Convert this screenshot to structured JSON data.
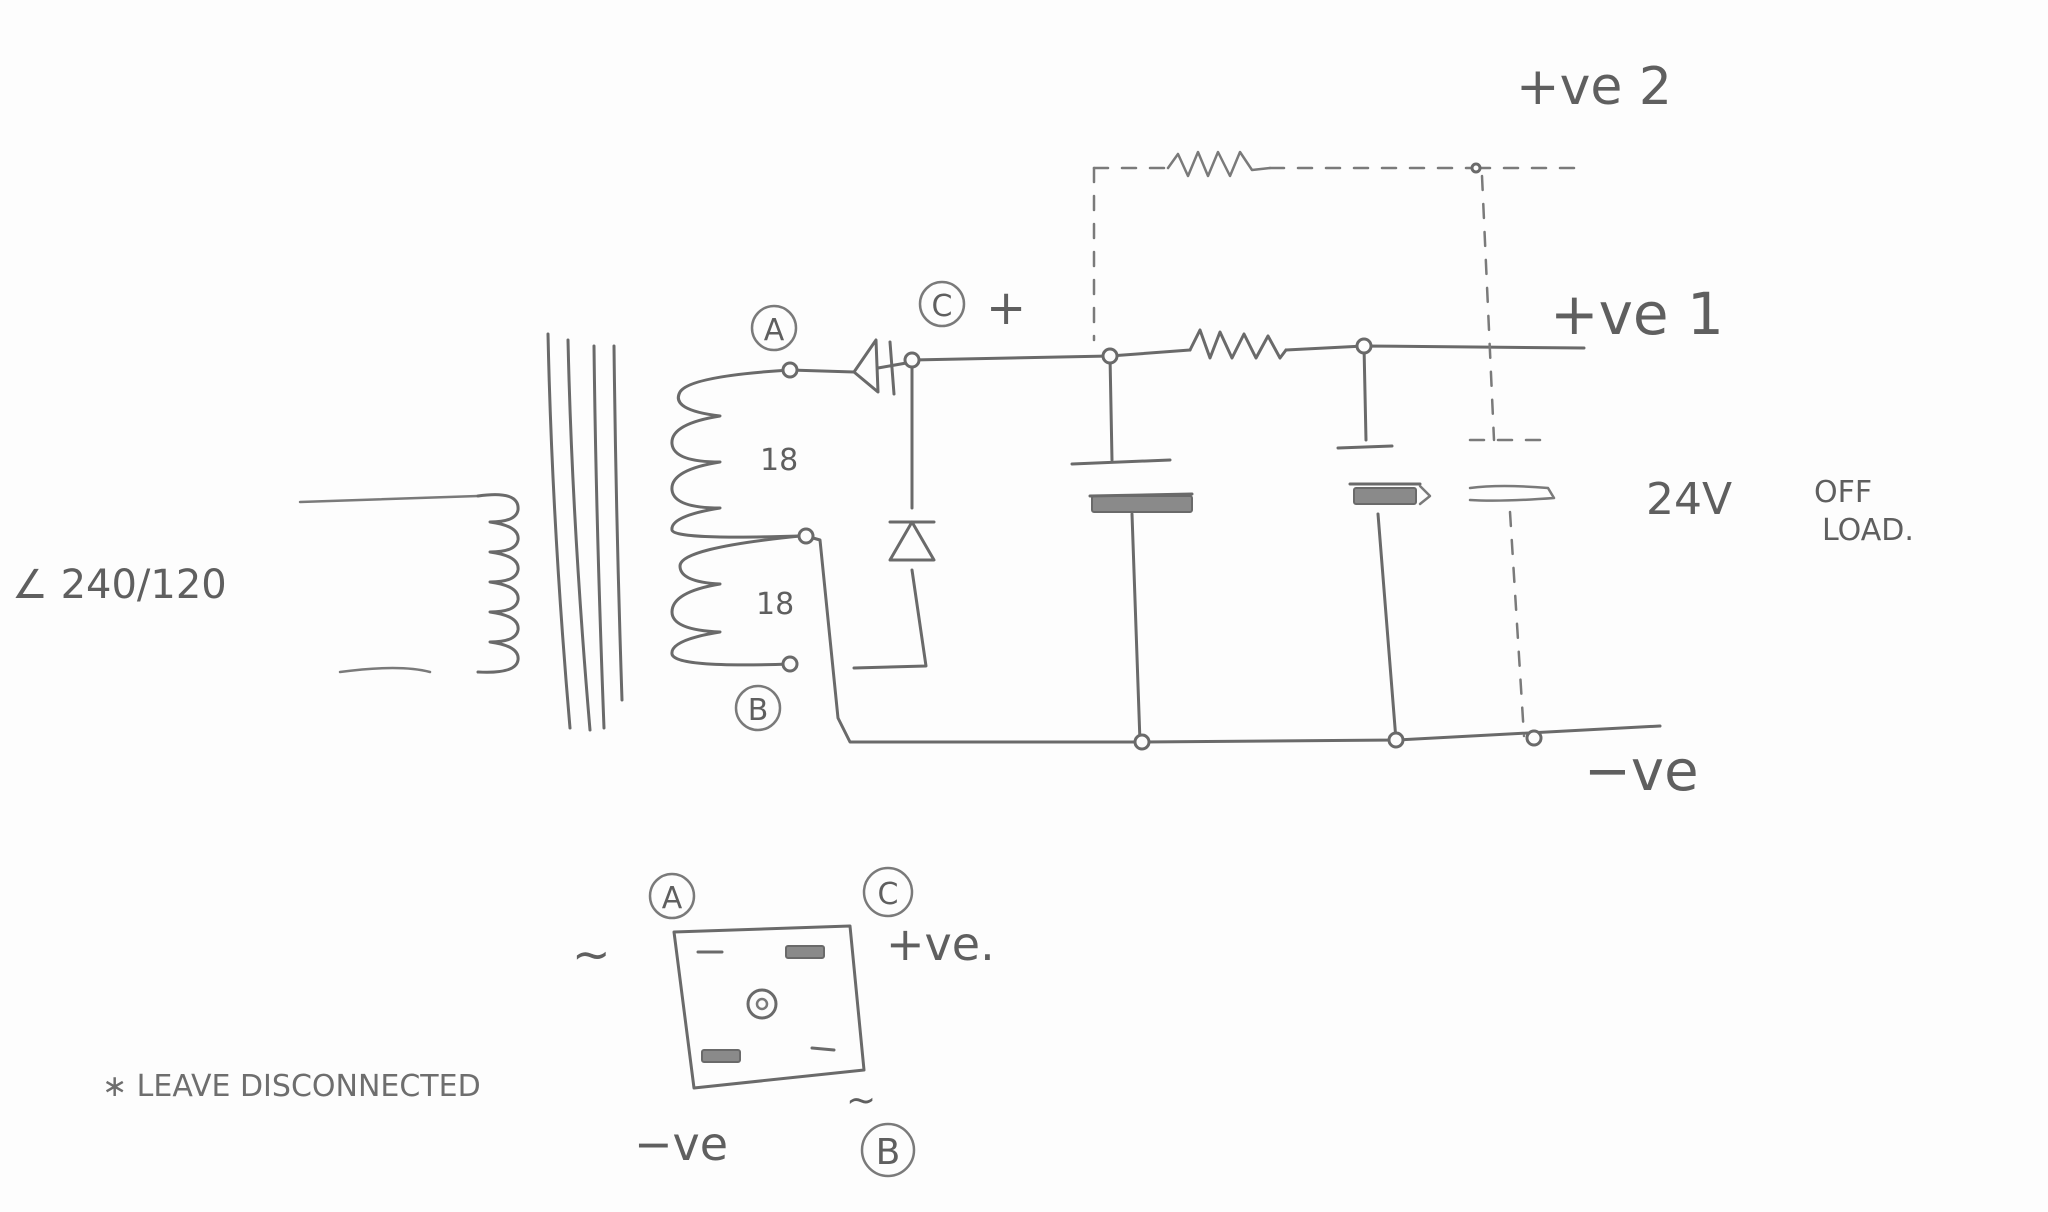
{
  "labels": {
    "supply": "∠ 240/120",
    "winding_upper": "18",
    "winding_lower": "18",
    "terminal_a": "A",
    "terminal_b": "B",
    "terminal_c": "C",
    "plus_sign": "+",
    "out_pos2": "+ve 2",
    "out_pos1": "+ve 1",
    "out_neg": "−ve",
    "voltage": "24V",
    "off": "OFF",
    "load": "LOAD.",
    "bridge_a": "A",
    "bridge_c": "C",
    "bridge_b": "B",
    "bridge_tilde_left": "~",
    "bridge_tilde_bottom": "~",
    "bridge_pos": "+ve.",
    "bridge_neg": "−ve",
    "note": "∗ LEAVE DISCONNECTED"
  }
}
